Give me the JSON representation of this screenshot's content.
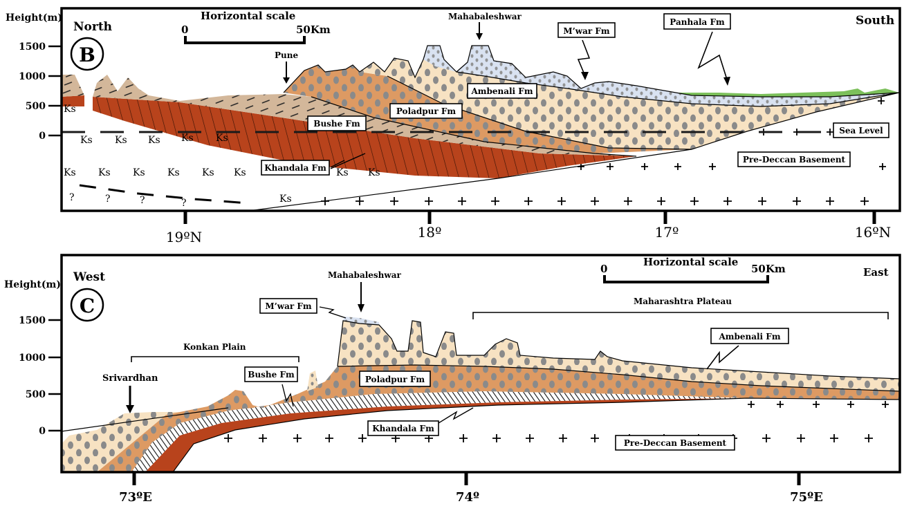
{
  "panel_b": {
    "panel_letter": "B",
    "left_direction": "North",
    "right_direction": "South",
    "y_title": "Height(m)",
    "y_ticks": [
      "1500",
      "1000",
      "500",
      "0"
    ],
    "scale_title": "Horizontal scale",
    "scale_start": "0",
    "scale_end": "50Km",
    "place_pune": "Pune",
    "place_mahabaleshwar": "Mahabaleshwar",
    "fm_mwar": "M’war Fm",
    "fm_panhala": "Panhala Fm",
    "fm_ambenali": "Ambenali Fm",
    "fm_poladpur": "Poladpur Fm",
    "fm_bushe": "Bushe Fm",
    "fm_khandala": "Khandala Fm",
    "sea_level": "Sea Level",
    "basement": "Pre-Deccan Basement",
    "ks_symbol": "Ks",
    "unknown_symbol": "?",
    "x_ticks": [
      "19ºN",
      "18º",
      "17º",
      "16ºN"
    ]
  },
  "panel_c": {
    "panel_letter": "C",
    "left_direction": "West",
    "right_direction": "East",
    "y_title": "Height(m)",
    "y_ticks": [
      "1500",
      "1000",
      "500",
      "0"
    ],
    "scale_title": "Horizontal scale",
    "scale_start": "0",
    "scale_end": "50Km",
    "place_mahabaleshwar": "Mahabaleshwar",
    "place_srivardhan": "Srivardhan",
    "region_konkan": "Konkan Plain",
    "region_plateau": "Maharashtra Plateau",
    "fm_mwar": "M’war Fm",
    "fm_ambenali": "Ambenali Fm",
    "fm_poladpur": "Poladpur Fm",
    "fm_bushe": "Bushe Fm",
    "fm_khandala": "Khandala Fm",
    "basement": "Pre-Deccan Basement",
    "x_ticks": [
      "73ºE",
      "74º",
      "75ºE"
    ]
  },
  "colors": {
    "ambenali": "#f7e2c2",
    "poladpur": "#dd9a63",
    "bushe": "#d3b79a",
    "khandala": "#b8431c",
    "mahabaleshwar": "#d9e2f1",
    "panhala": "#7cc05b",
    "dots": "#8a8a8a"
  }
}
